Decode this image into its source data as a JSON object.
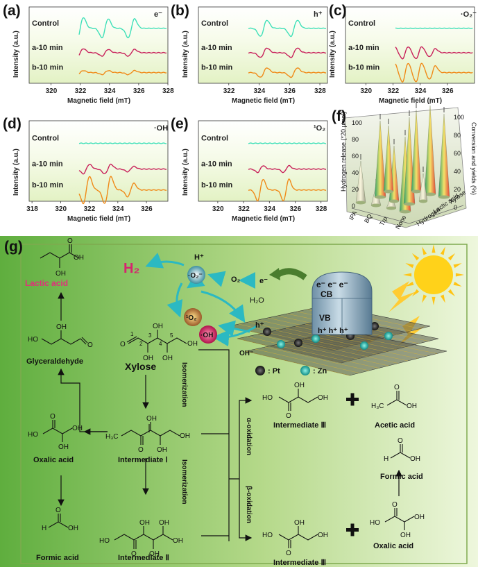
{
  "common": {
    "y_axis_label": "Intensity (a.u.)",
    "x_axis_label": "Magnetic field (mT)",
    "series_labels": [
      "Control",
      "a-10 min",
      "b-10 min"
    ],
    "series_colors": [
      "#3ee0b8",
      "#c8205a",
      "#f08a18"
    ]
  },
  "panels": [
    {
      "label": "(a)",
      "species": "e⁻",
      "ticks": [
        "320",
        "322",
        "324",
        "326",
        "328"
      ]
    },
    {
      "label": "(b)",
      "species": "h⁺",
      "ticks": [
        "322",
        "324",
        "326",
        "328"
      ]
    },
    {
      "label": "(c)",
      "species": "·O₂⁻",
      "ticks": [
        "320",
        "322",
        "324",
        "326"
      ]
    },
    {
      "label": "(d)",
      "species": "·OH",
      "ticks": [
        "318",
        "320",
        "322",
        "324",
        "326"
      ]
    },
    {
      "label": "(e)",
      "species": "¹O₂",
      "ticks": [
        "320",
        "322",
        "324",
        "326",
        "328"
      ]
    }
  ],
  "panel_f": {
    "label": "(f)",
    "left_axis_label": "Hydrogen release (*20 μmol)",
    "right_axis_label": "Conversion and yields (%)",
    "left_ticks": [
      "0",
      "20",
      "40",
      "60",
      "80",
      "100"
    ],
    "right_ticks": [
      "0",
      "20",
      "40",
      "60",
      "80",
      "100"
    ],
    "categories": [
      "IPA",
      "BQ",
      "Trp",
      "None"
    ],
    "series": [
      "Hydrogen",
      "Lactic acid",
      "Xylose"
    ]
  },
  "panel_g": {
    "label": "(g)",
    "h2": "H₂",
    "hplus": "H⁺",
    "o2_radical": "·O₂⁻",
    "o2": "O₂",
    "eminus": "e⁻",
    "h2o": "H₂O",
    "singlet_o2": "¹O₂",
    "oh_radical": "·OH",
    "oh": "OH⁻",
    "hole": "h⁺",
    "cb_electrons": "e⁻ e⁻ e⁻",
    "cb": "CB",
    "vb": "VB",
    "vb_holes": "h⁺ h⁺ h⁺",
    "pt_legend": ": Pt",
    "zn_legend": ": Zn",
    "compounds": {
      "lactic_acid": "Lactic acid",
      "glyceraldehyde": "Glyceraldehyde",
      "xylose": "Xylose",
      "oxalic_acid": "Oxalic acid",
      "intermediate_1": "Intermediate Ⅰ",
      "intermediate_2": "Intermediate Ⅱ",
      "intermediate_3": "Intermediate Ⅲ",
      "acetic_acid": "Acetic acid",
      "formic_acid": "Formic acid"
    },
    "steps": {
      "isomerization": "Isomerization",
      "alpha_oxidation": "α-oxidation",
      "beta_oxidation": "β-oxidation"
    },
    "atoms": {
      "oh": "OH",
      "o": "O",
      "ho": "HO",
      "h3c": "H₃C",
      "h": "H",
      "n1": "1",
      "n2": "2",
      "n3": "3",
      "n4": "4",
      "n5": "5"
    }
  }
}
